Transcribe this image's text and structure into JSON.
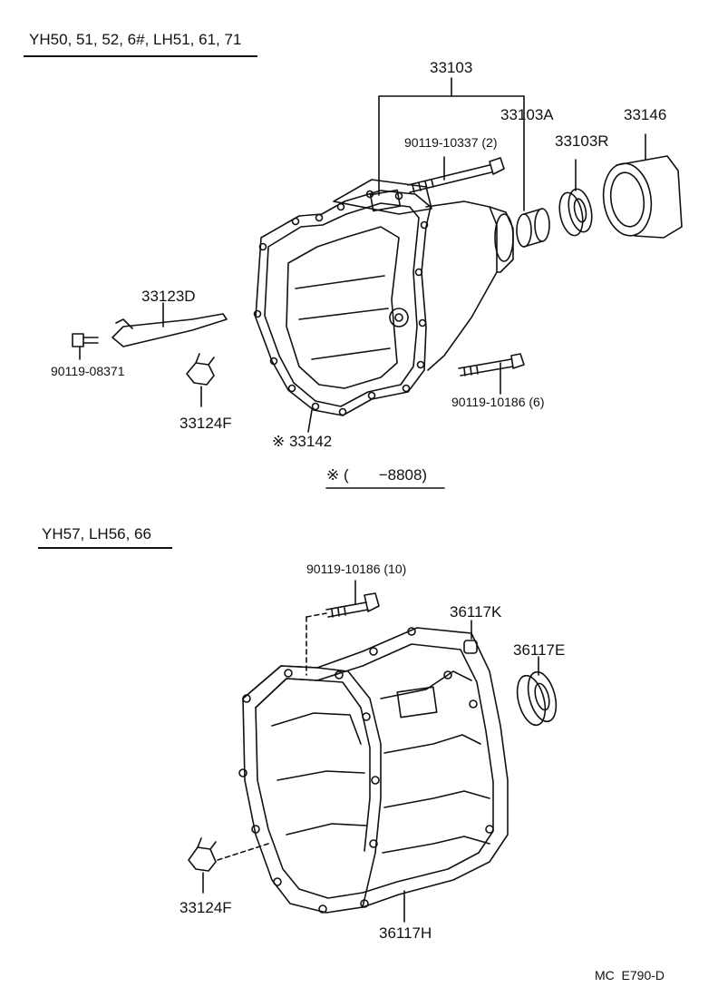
{
  "sections": {
    "upper": "YH50, 51, 52, 6#, LH51, 61, 71",
    "lower": "YH57, LH56, 66"
  },
  "parts": {
    "p33103": "33103",
    "p33103A": "33103A",
    "p33146": "33146",
    "p33103R": "33103R",
    "bolt_10337": "90119-10337 (2)",
    "p33123D": "33123D",
    "bolt_08371": "90119-08371",
    "p33124F_upper": "33124F",
    "bolt_10186_6": "90119-10186 (6)",
    "p33142": "※ 33142",
    "date_note": "※ (       −8808)",
    "bolt_10186_10": "90119-10186 (10)",
    "p36117K": "36117K",
    "p36117E": "36117E",
    "p33124F_lower": "33124F",
    "p36117H": "36117H"
  },
  "catalog_code": "MC  E790-D"
}
